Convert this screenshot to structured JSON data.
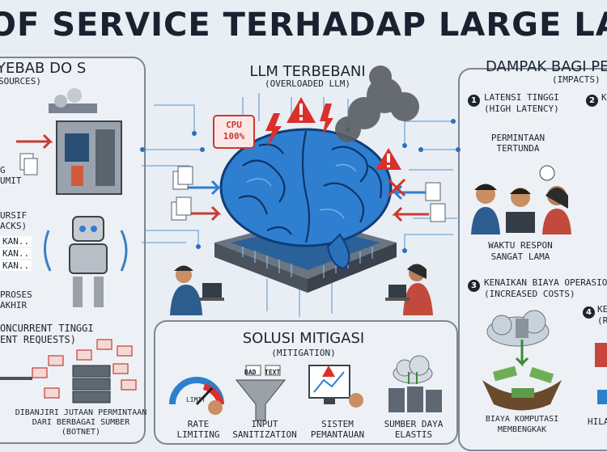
{
  "title": "OF SERVICE TERHADAP LARGE LANGUAGE MODE",
  "causes": {
    "header": "YEBAB DO S",
    "subheader": "SOURCES)",
    "item1": [
      "G",
      "UMIT"
    ],
    "item2": [
      "URSIF",
      "ACKS)",
      "KAN..",
      "KAN..",
      "KAN.."
    ],
    "item3": [
      "PROSES",
      "AKHIR"
    ],
    "item4": [
      "ONCURRENT TINGGI",
      "ENT REQUESTS)"
    ],
    "item5": [
      "DIBANJIRI JUTAAN PERMINTAAN",
      "DARI BERBAGAI SUMBER",
      "(BOTNET)"
    ]
  },
  "center": {
    "header": "LLM TERBEBANI",
    "subheader": "(OVERLOADED LLM)",
    "cpu_label": "CPU",
    "cpu_value": "100%"
  },
  "impacts": {
    "header": "DAMPAK BAGI PE",
    "subheader": "(IMPACTS)",
    "item1": {
      "number": "1",
      "lines": [
        "LATENSI TINGGI",
        "(HIGH LATENCY)"
      ]
    },
    "item2": {
      "number": "2",
      "label": "K"
    },
    "pending": [
      "PERMINTAAN",
      "TERTUNDA"
    ],
    "response": [
      "WAKTU RESPON",
      "SANGAT LAMA"
    ],
    "item3": {
      "number": "3",
      "lines": [
        "KENAIKAN BIAYA OPERASIO",
        "(INCREASED COSTS)"
      ]
    },
    "item4": {
      "number": "4",
      "lines": [
        "KE",
        "(R"
      ]
    },
    "cost": [
      "BIAYA KOMPUTASI",
      "MEMBENGKAK"
    ],
    "tail": "HILA"
  },
  "mitigation": {
    "header": "SOLUSI MITIGASI",
    "subheader": "(MITIGATION)",
    "items": [
      [
        "RATE",
        "LIMITING"
      ],
      [
        "INPUT",
        "SANITIZATION"
      ],
      [
        "SISTEM",
        "PEMANTAUAN"
      ],
      [
        "SUMBER DAYA",
        "ELASTIS"
      ]
    ],
    "bad_text": "BAD",
    "text_word": "TEXT",
    "gauge_label": "LIMIT"
  },
  "colors": {
    "brain": "#2f7fd0",
    "alert": "#d9302c",
    "panel_border": "#7d8794",
    "background": "#e8eef3"
  }
}
